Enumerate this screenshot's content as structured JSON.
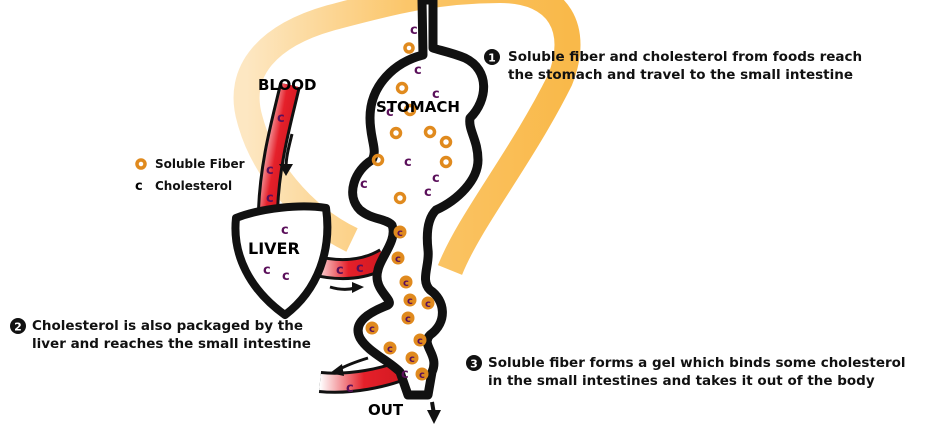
{
  "labels": {
    "blood": "BLOOD",
    "stomach": "STOMACH",
    "liver": "LIVER",
    "out": "OUT"
  },
  "legend": {
    "fiber": "Soluble Fiber",
    "cholesterol": "Cholesterol"
  },
  "steps": [
    {
      "num": "1",
      "text_line1": "Soluble fiber and cholesterol from foods reach",
      "text_line2": "the stomach and travel to the small intestine"
    },
    {
      "num": "2",
      "text_line1": "Cholesterol is also packaged by the",
      "text_line2": "liver and reaches the small intestine"
    },
    {
      "num": "3",
      "text_line1": "Soluble fiber forms a gel which binds some cholesterol",
      "text_line2": "in the small intestines and takes it out of the body"
    }
  ],
  "colors": {
    "fiber": "#e08a1e",
    "cholesterol": "#5a0f5a",
    "blood": "#e5202a",
    "loop": "#f9b94a",
    "outline": "#111111"
  }
}
